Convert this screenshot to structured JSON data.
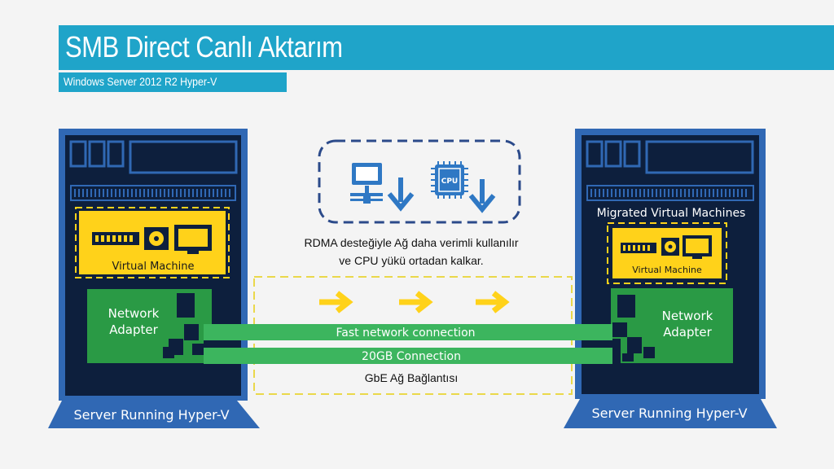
{
  "header": {
    "title": "SMB Direct Canlı Aktarım",
    "subtitle": "Windows Server 2012 R2 Hyper-V"
  },
  "left_server": {
    "vm_label": "Virtual Machine",
    "nic_label_line1": "Network",
    "nic_label_line2": "Adapter",
    "base_label": "Server Running Hyper-V"
  },
  "right_server": {
    "migrated_label": "Migrated Virtual Machines",
    "vm_label": "Virtual Machine",
    "nic_label_line1": "Network",
    "nic_label_line2": "Adapter",
    "base_label": "Server Running Hyper-V"
  },
  "rdma_box": {
    "icons": [
      "computer-icon",
      "down-arrow-icon",
      "cpu-icon",
      "down-arrow-icon"
    ],
    "cpu_chip_text": "CPU",
    "caption_line1": "RDMA desteğiyle Ağ daha verimli kullanılır",
    "caption_line2": "ve CPU yükü ortadan kalkar."
  },
  "connections": {
    "fast_label": "Fast network connection",
    "speed_label": "20GB Connection",
    "gbe_label": "GbE Ağ Bağlantısı"
  },
  "colors": {
    "accent": "#1fa4c9",
    "server_blue": "#3068b4",
    "server_dark": "#0d1f3d",
    "vm_yellow": "#ffd21a",
    "nic_green": "#2a9a45",
    "link_green": "#3cb55e",
    "arrow_yellow": "#ffd21a",
    "icon_blue": "#2f78c4"
  }
}
